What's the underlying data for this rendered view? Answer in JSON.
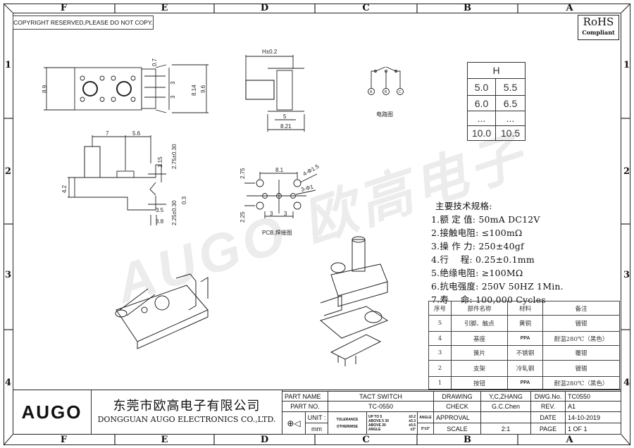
{
  "columns": [
    "F",
    "E",
    "D",
    "C",
    "B",
    "A"
  ],
  "rows": [
    "1",
    "2",
    "3",
    "4"
  ],
  "copyright": "COPYRIGHT RESERVED,PLEASE DO NOT COPY.",
  "rohs": {
    "title": "RoHS",
    "subtitle": "Compliant"
  },
  "watermark": "AUGO 欧高电子",
  "h_table": {
    "header": "H",
    "rows": [
      [
        "5.0",
        "5.5"
      ],
      [
        "6.0",
        "6.5"
      ],
      [
        "...",
        "..."
      ],
      [
        "10.0",
        "10.5"
      ]
    ]
  },
  "dimensions": {
    "top_view": [
      "8.9",
      "0.7",
      "3",
      "3",
      "8.14",
      "9.6"
    ],
    "side_view": [
      "7",
      "5.6",
      "1.15",
      "2.75±0.30",
      "4.2",
      "0.3",
      "3.5",
      "3.8",
      "2.25±0.30"
    ],
    "end_view": [
      "H±0.2",
      "5",
      "8.21"
    ],
    "pcb": [
      "8.1",
      "4-Φ1.5",
      "3-Φ1",
      "2.75",
      "2.25",
      "3",
      "3"
    ]
  },
  "circuit": {
    "label": "电路图",
    "pins": [
      "A",
      "B",
      "C"
    ]
  },
  "pcb_label": "PCB.焊接图",
  "specs": {
    "title": "主要技术规格:",
    "items": [
      "1.额 定 值: 50mA DC12V",
      "2.接触电阻: ≤100mΩ",
      "3.操 作 力: 250±40gf",
      "4.行    程: 0.25±0.1mm",
      "5.绝缘电阻: ≥100MΩ",
      "6.抗电强度: 250V 50HZ 1Min.",
      "7.寿    命: 100,000 Cycles"
    ]
  },
  "parts_table": {
    "headers": [
      "序号",
      "部件名称",
      "材料",
      "备注"
    ],
    "rows": [
      [
        "5",
        "引脚、触点",
        "黄铜",
        "镀银"
      ],
      [
        "4",
        "基座",
        "PPA",
        "耐温280℃（黑色）"
      ],
      [
        "3",
        "簧片",
        "不锈钢",
        "覆银"
      ],
      [
        "2",
        "支架",
        "冷轧钢",
        "镀锡"
      ],
      [
        "1",
        "按钮",
        "PPA",
        "耐温280℃（黑色）"
      ]
    ]
  },
  "title_block": {
    "logo": "AUGO",
    "company_cn": "东莞市欧高电子有限公司",
    "company_en": "DONGGUAN AUGO ELECTRONICS CO.,LTD.",
    "part_name_label": "PART NAME",
    "part_name": "TACT SWITCH",
    "part_no_label": "PART NO.",
    "part_no": "TC-0550",
    "unit_label": "UNIT :",
    "unit": "mm",
    "tolerance_label": "TOLERANCE",
    "otherwise_label": "OTHERWISE",
    "tol_ranges": [
      "UP TO 5",
      "ABOVE 5 30",
      "ABOVE 30",
      "ANGLE"
    ],
    "tol_values": [
      "±0.2",
      "±0.3",
      "±0.5",
      "±3°"
    ],
    "angle_label": "ANGLE",
    "angle_value": "0°±3°",
    "drawing_label": "DRAWING",
    "drawing": "Y,C,ZHANG",
    "check_label": "CHECK",
    "check": "G.C.Chen",
    "approval_label": "APPROVAL",
    "approval": "",
    "scale_label": "SCALE",
    "scale": "2:1",
    "dwg_label": "DWG.No.",
    "dwg": "TC0550",
    "rev_label": "REV.",
    "rev": "A1",
    "date_label": "DATE",
    "date": "14-10-2019",
    "page_label": "PAGE",
    "page": "1 OF 1"
  }
}
